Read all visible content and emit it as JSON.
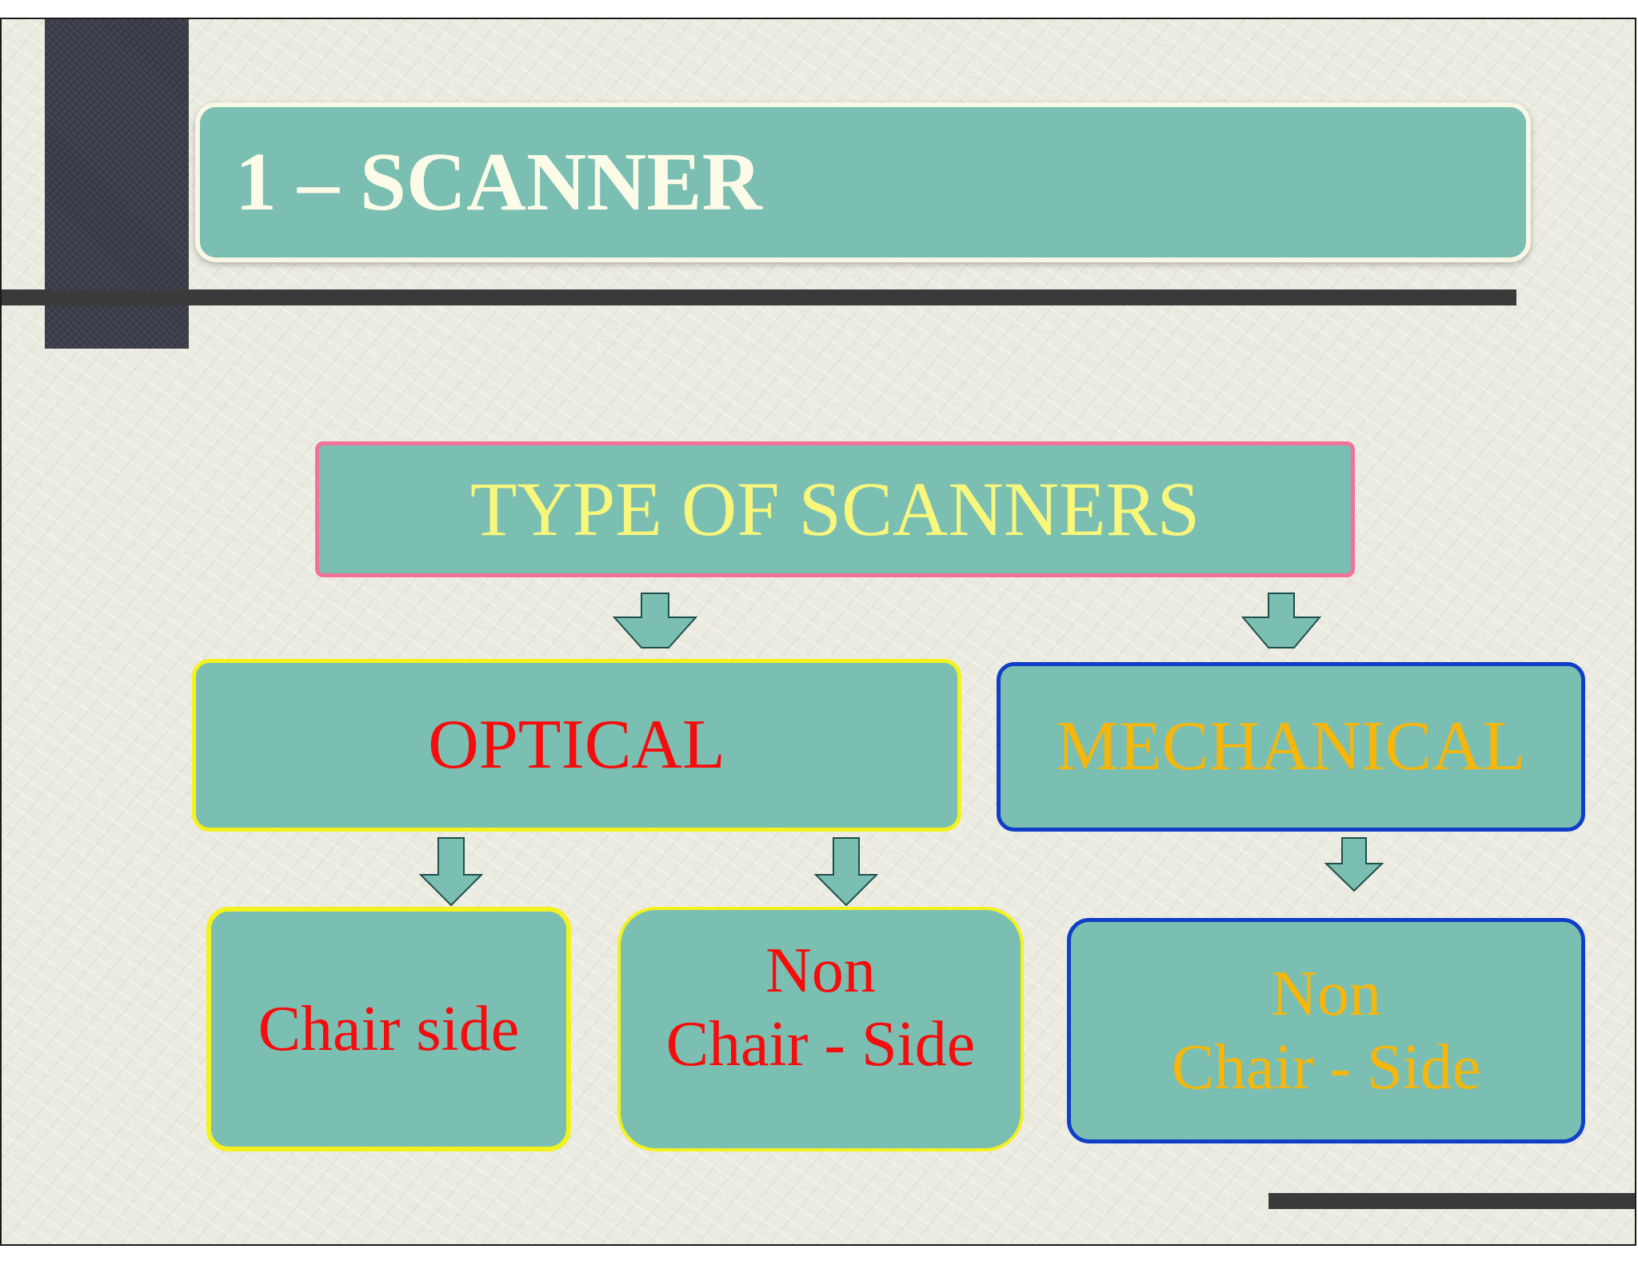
{
  "title": "1 – SCANNER",
  "diagram": {
    "root": "TYPE OF SCANNERS",
    "optical": {
      "label": "OPTICAL",
      "children": {
        "chair_side": "Chair side",
        "non_chair_side": {
          "line1": "Non",
          "line2": "Chair - Side"
        }
      }
    },
    "mechanical": {
      "label": "MECHANICAL",
      "children": {
        "non_chair_side": {
          "line1": "Non",
          "line2": "Chair - Side"
        }
      }
    }
  },
  "colors": {
    "box_fill": "#7bbfb2",
    "root_border": "#f2729b",
    "root_text": "#f8f77c",
    "optical_border": "#f4f21e",
    "optical_text": "#f50c0c",
    "mechanical_border": "#0f3fc8",
    "mechanical_text": "#f6b60b",
    "title_text": "#fbfbe8"
  },
  "icons": [
    "down-arrow-icon"
  ]
}
